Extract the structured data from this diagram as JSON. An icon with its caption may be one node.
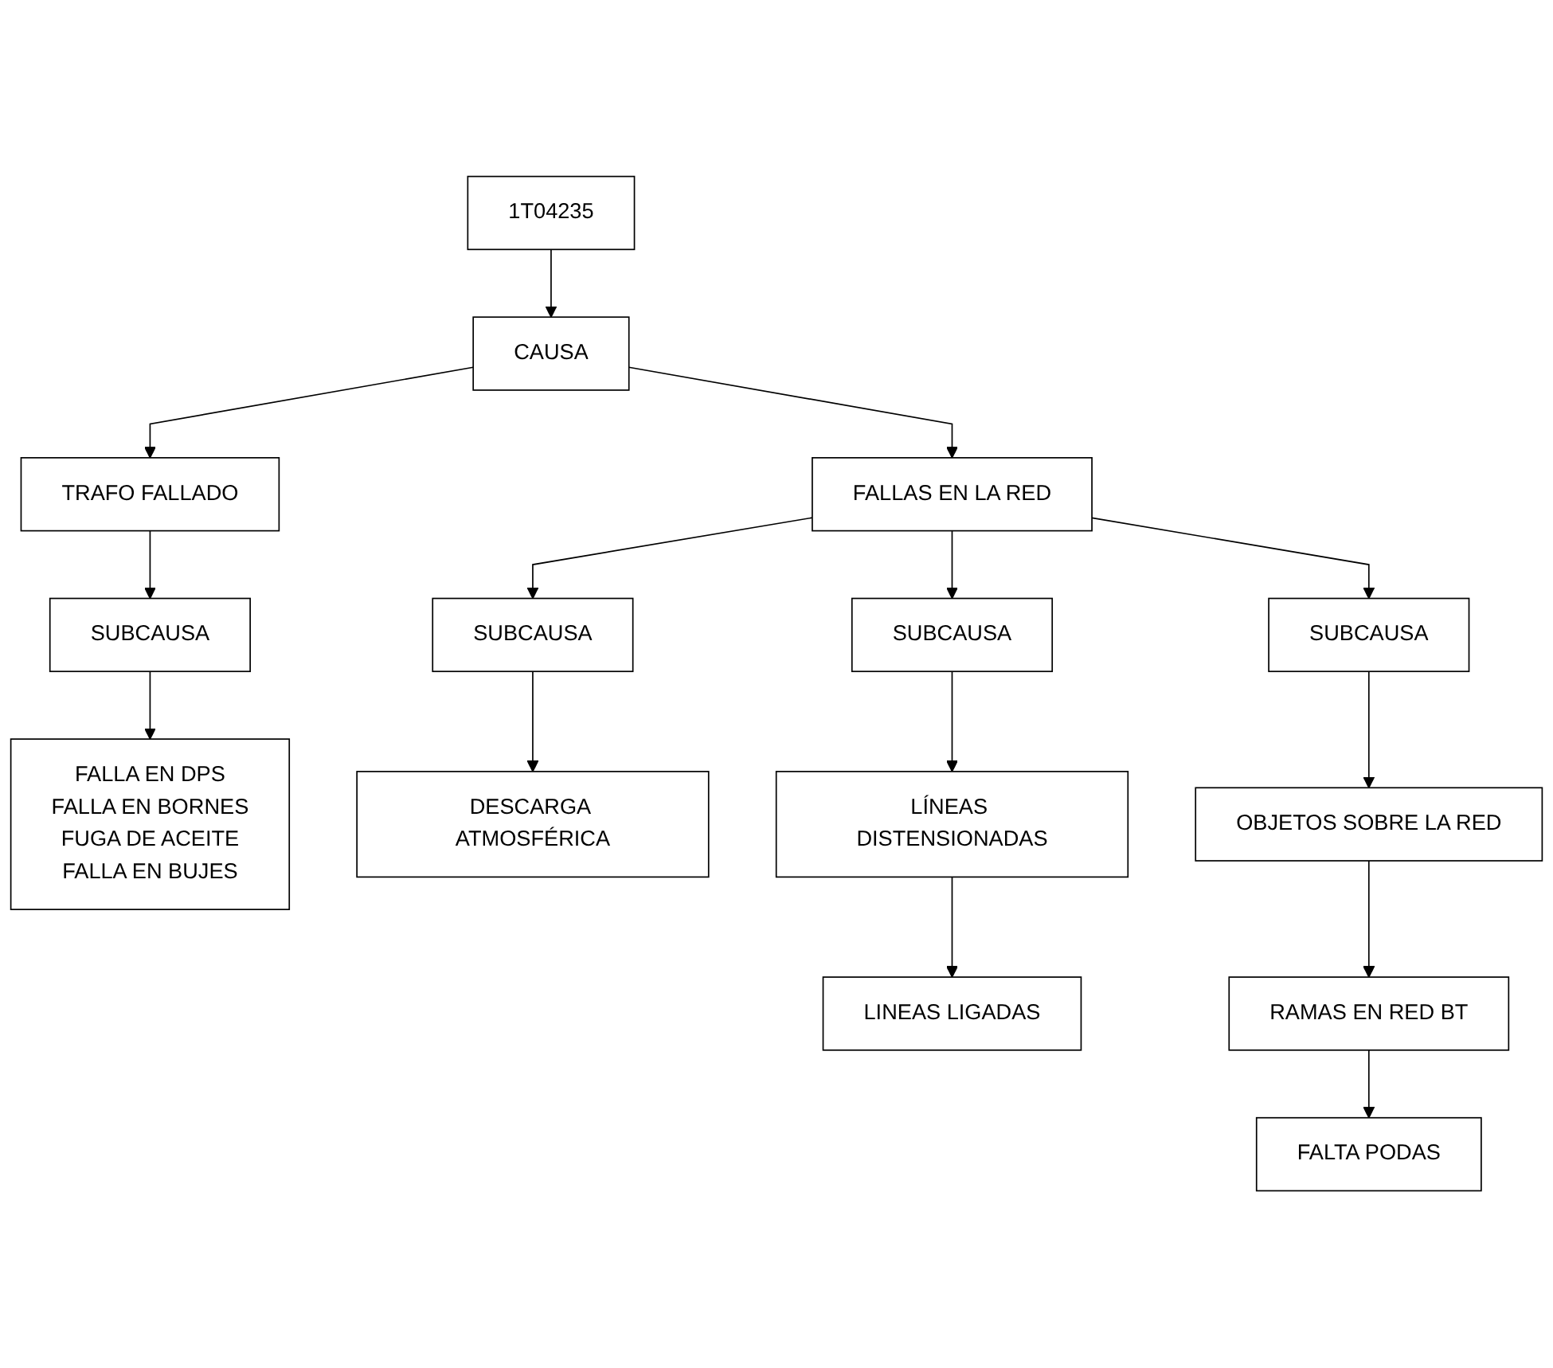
{
  "diagram": {
    "nodes": [
      {
        "text": [
          "1T04235"
        ]
      },
      {
        "text": [
          "CAUSA"
        ]
      },
      {
        "text": [
          "TRAFO FALLADO"
        ]
      },
      {
        "text": [
          "FALLAS EN LA RED"
        ]
      },
      {
        "text": [
          "SUBCAUSA"
        ]
      },
      {
        "text": [
          "SUBCAUSA"
        ]
      },
      {
        "text": [
          "SUBCAUSA"
        ]
      },
      {
        "text": [
          "SUBCAUSA"
        ]
      },
      {
        "text": [
          "FALLA EN DPS",
          "FALLA EN BORNES",
          "FUGA DE ACEITE",
          "FALLA EN BUJES"
        ]
      },
      {
        "text": [
          "DESCARGA ATMOSFÉRICA"
        ]
      },
      {
        "text": [
          "LÍNEAS DISTENSIONADAS"
        ]
      },
      {
        "text": [
          "OBJETOS SOBRE LA RED"
        ]
      },
      {
        "text": [
          "LINEAS LIGADAS"
        ]
      },
      {
        "text": [
          "RAMAS EN RED BT"
        ]
      },
      {
        "text": [
          "FALTA PODAS"
        ]
      }
    ],
    "edges": [
      {
        "from": 0,
        "to": 1,
        "arrow": "to"
      },
      {
        "from": 1,
        "to": 2,
        "arrow": "to"
      },
      {
        "from": 1,
        "to": 3,
        "arrow": "to"
      },
      {
        "from": 2,
        "to": 4,
        "arrow": "to"
      },
      {
        "from": 3,
        "to": 5,
        "arrow": "to"
      },
      {
        "from": 3,
        "to": 6,
        "arrow": "to"
      },
      {
        "from": 3,
        "to": 7,
        "arrow": "to"
      },
      {
        "from": 4,
        "to": 8,
        "arrow": "to"
      },
      {
        "from": 5,
        "to": 9,
        "arrow": "to"
      },
      {
        "from": 6,
        "to": 10,
        "arrow": "to"
      },
      {
        "from": 7,
        "to": 11,
        "arrow": "to"
      },
      {
        "from": 10,
        "to": 12,
        "arrow": "to"
      },
      {
        "from": 11,
        "to": 13,
        "arrow": "to"
      },
      {
        "from": 13,
        "to": 14,
        "arrow": "to"
      }
    ]
  }
}
